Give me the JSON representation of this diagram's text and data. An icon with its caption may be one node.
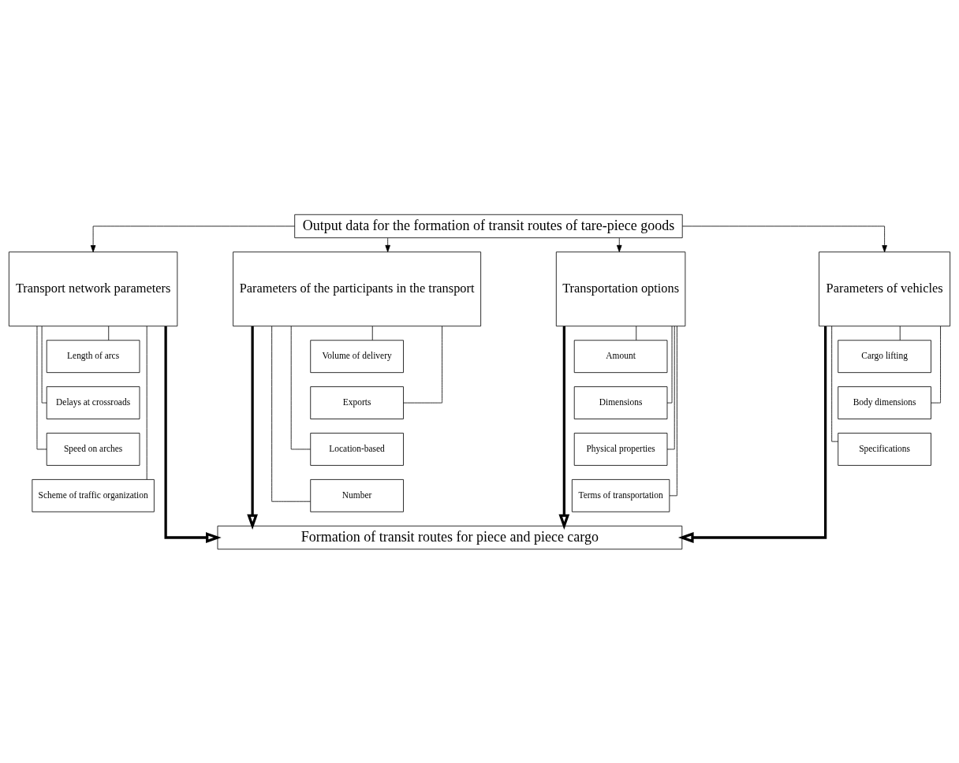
{
  "diagram": {
    "nodes": [
      {
        "text": [
          "Output data for the formation of transit routes of tare-piece goods"
        ]
      },
      {
        "text": [
          "Transport network parameters"
        ]
      },
      {
        "text": [
          "Parameters of the participants in the transport"
        ]
      },
      {
        "text": [
          "Transportation options"
        ]
      },
      {
        "text": [
          "Parameters of vehicles"
        ]
      },
      {
        "text": [
          "Length of arcs"
        ]
      },
      {
        "text": [
          "Delays at crossroads"
        ]
      },
      {
        "text": [
          "Speed on arches"
        ]
      },
      {
        "text": [
          "Scheme of traffic organization"
        ]
      },
      {
        "text": [
          "Volume of delivery"
        ]
      },
      {
        "text": [
          "Exports"
        ]
      },
      {
        "text": [
          "Location-based"
        ]
      },
      {
        "text": [
          "Number"
        ]
      },
      {
        "text": [
          "Amount"
        ]
      },
      {
        "text": [
          "Dimensions"
        ]
      },
      {
        "text": [
          "Physical properties"
        ]
      },
      {
        "text": [
          "Terms of transportation"
        ]
      },
      {
        "text": [
          "Cargo lifting"
        ]
      },
      {
        "text": [
          "Body dimensions"
        ]
      },
      {
        "text": [
          "Specifications"
        ]
      },
      {
        "text": [
          "Formation of transit routes for piece and piece cargo"
        ]
      }
    ],
    "edges": [
      {
        "from": 0,
        "to": 1,
        "arrow": "to"
      },
      {
        "from": 0,
        "to": 2,
        "arrow": "to"
      },
      {
        "from": 0,
        "to": 3,
        "arrow": "to"
      },
      {
        "from": 0,
        "to": 4,
        "arrow": "to"
      },
      {
        "from": 1,
        "to": 5,
        "arrow": "none"
      },
      {
        "from": 1,
        "to": 6,
        "arrow": "none"
      },
      {
        "from": 1,
        "to": 7,
        "arrow": "none"
      },
      {
        "from": 1,
        "to": 8,
        "arrow": "none"
      },
      {
        "from": 2,
        "to": 9,
        "arrow": "none"
      },
      {
        "from": 2,
        "to": 10,
        "arrow": "none"
      },
      {
        "from": 2,
        "to": 11,
        "arrow": "none"
      },
      {
        "from": 2,
        "to": 12,
        "arrow": "none"
      },
      {
        "from": 3,
        "to": 13,
        "arrow": "none"
      },
      {
        "from": 3,
        "to": 14,
        "arrow": "none"
      },
      {
        "from": 3,
        "to": 15,
        "arrow": "none"
      },
      {
        "from": 3,
        "to": 16,
        "arrow": "none"
      },
      {
        "from": 4,
        "to": 17,
        "arrow": "none"
      },
      {
        "from": 4,
        "to": 18,
        "arrow": "none"
      },
      {
        "from": 4,
        "to": 19,
        "arrow": "none"
      },
      {
        "from": 1,
        "to": 20,
        "arrow": "to",
        "style": "thick"
      },
      {
        "from": 2,
        "to": 20,
        "arrow": "to",
        "style": "thick"
      },
      {
        "from": 3,
        "to": 20,
        "arrow": "to",
        "style": "thick"
      },
      {
        "from": 4,
        "to": 20,
        "arrow": "to",
        "style": "thick"
      }
    ]
  }
}
